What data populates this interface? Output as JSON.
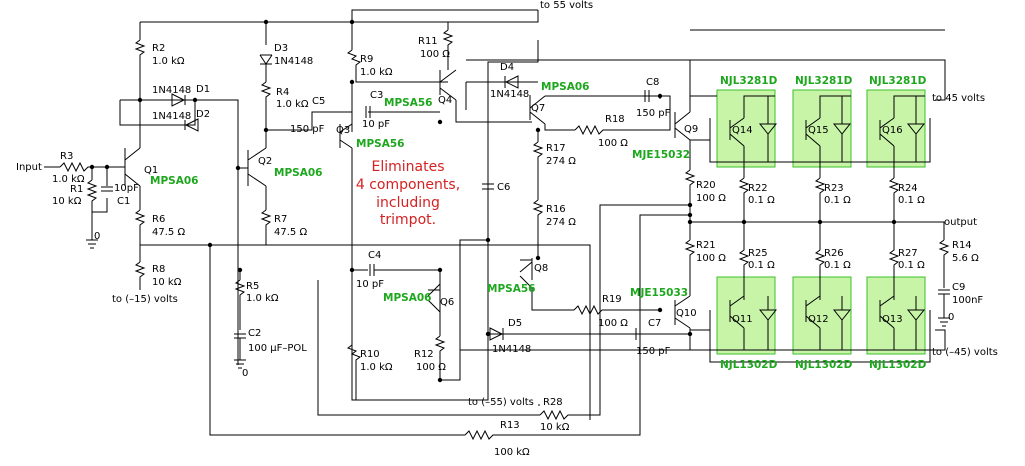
{
  "annotation": [
    "Eliminates",
    "4 components,",
    "including",
    "trimpot."
  ],
  "labels": {
    "to55": "to 55 volts",
    "to45": "to 45 volts",
    "output": "output",
    "tom15": "to (–15) volts",
    "tom55": "to (–55) volts",
    "tom45": "to (–45) volts",
    "input": "Input",
    "zero": "0"
  },
  "components": {
    "R1": [
      "R1",
      "10 kΩ"
    ],
    "R2": [
      "R2",
      "1.0 kΩ"
    ],
    "R3": [
      "R3",
      "1.0 kΩ"
    ],
    "R4": [
      "R4",
      "1.0 kΩ"
    ],
    "R5": [
      "R5",
      "1.0 kΩ"
    ],
    "R6": [
      "R6",
      "47.5 Ω"
    ],
    "R7": [
      "R7",
      "47.5 Ω"
    ],
    "R8": [
      "R8",
      "10 kΩ"
    ],
    "R9": [
      "R9",
      "1.0 kΩ"
    ],
    "R10": [
      "R10",
      "1.0 kΩ"
    ],
    "R11": [
      "R11",
      "100 Ω"
    ],
    "R12": [
      "R12",
      "100 Ω"
    ],
    "R13": [
      "R13",
      "100 kΩ"
    ],
    "R14": [
      "R14",
      "5.6 Ω"
    ],
    "R16": [
      "R16",
      "274 Ω"
    ],
    "R17": [
      "R17",
      "274 Ω"
    ],
    "R18": [
      "R18",
      "100 Ω"
    ],
    "R19": [
      "R19",
      "100 Ω"
    ],
    "R20": [
      "R20",
      "100 Ω"
    ],
    "R21": [
      "R21",
      "100 Ω"
    ],
    "R22": [
      "R22",
      "0.1 Ω"
    ],
    "R23": [
      "R23",
      "0.1 Ω"
    ],
    "R24": [
      "R24",
      "0.1 Ω"
    ],
    "R25": [
      "R25",
      "0.1 Ω"
    ],
    "R26": [
      "R26",
      "0.1 Ω"
    ],
    "R27": [
      "R27",
      "0.1 Ω"
    ],
    "R28": [
      "R28",
      "10 kΩ"
    ],
    "C1": [
      "C1",
      "10pF"
    ],
    "C2": [
      "C2",
      "100 μF–POL"
    ],
    "C3": [
      "C3",
      "10 pF"
    ],
    "C4": [
      "C4",
      "10 pF"
    ],
    "C5": [
      "C5",
      "150 pF"
    ],
    "C6": [
      "C6",
      ""
    ],
    "C7": [
      "C7",
      "150 pF"
    ],
    "C8": [
      "C8",
      "150 pF"
    ],
    "C9": [
      "C9",
      "100nF"
    ],
    "D1": [
      "D1",
      "1N4148"
    ],
    "D2": [
      "D2",
      "1N4148"
    ],
    "D3": [
      "D3",
      "1N4148"
    ],
    "D4": [
      "D4",
      "1N4148"
    ],
    "D5": [
      "D5",
      "1N4148"
    ]
  },
  "transistors": {
    "Q1": [
      "Q1",
      "MPSA06"
    ],
    "Q2": [
      "Q2",
      "MPSA06"
    ],
    "Q3": [
      "Q3",
      "MPSA56"
    ],
    "Q4": [
      "Q4",
      "MPSA56"
    ],
    "Q6": [
      "Q6",
      "MPSA06"
    ],
    "Q7": [
      "Q7",
      "MPSA06"
    ],
    "Q8": [
      "Q8",
      "MPSA56"
    ],
    "Q9": [
      "Q9",
      "MJE15032"
    ],
    "Q10": [
      "Q10",
      "MJE15033"
    ],
    "Q11": [
      "Q11",
      "NJL1302D"
    ],
    "Q12": [
      "Q12",
      "NJL1302D"
    ],
    "Q13": [
      "Q13",
      "NJL1302D"
    ],
    "Q14": [
      "Q14",
      "NJL3281D"
    ],
    "Q15": [
      "Q15",
      "NJL3281D"
    ],
    "Q16": [
      "Q16",
      "NJL3281D"
    ]
  }
}
